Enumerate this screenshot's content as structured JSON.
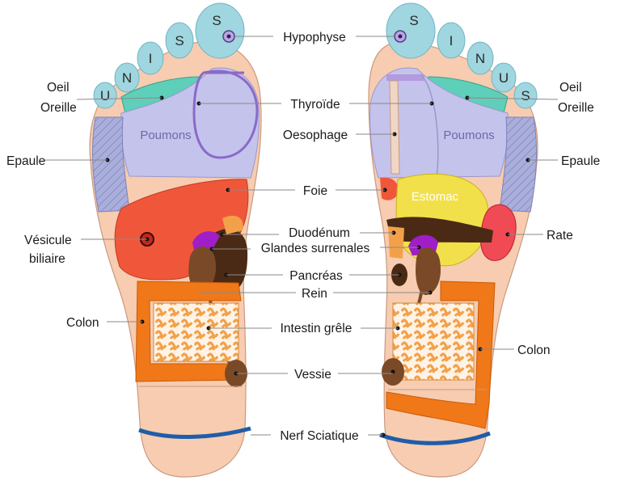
{
  "labels_center": {
    "hypophyse": "Hypophyse",
    "thyroide": "Thyroïde",
    "oesophage": "Oesophage",
    "foie": "Foie",
    "duodenum": "Duodénum",
    "glandes": "Glandes surrenales",
    "pancreas": "Pancréas",
    "rein": "Rein",
    "intestin": "Intestin grêle",
    "vessie": "Vessie",
    "nerf": "Nerf Sciatique"
  },
  "labels_left": {
    "oeil": "Oeil",
    "oreille": "Oreille",
    "epaule": "Epaule",
    "vesicule1": "Vésicule",
    "vesicule2": "biliaire",
    "colon": "Colon"
  },
  "labels_right": {
    "oeil": "Oeil",
    "oreille": "Oreille",
    "epaule": "Epaule",
    "rate": "Rate",
    "colon": "Colon"
  },
  "organ_text": {
    "poumons": "Poumons",
    "estomac": "Estomac"
  },
  "toe_letters_left": [
    "S",
    "U",
    "N",
    "I",
    "S"
  ],
  "toe_letters_right": [
    "S",
    "I",
    "N",
    "U",
    "S"
  ],
  "colors": {
    "skin": "#f7ccb0",
    "toe": "#9fd6e0",
    "eye_band": "#5ecfb8",
    "lungs": "#c4c3ec",
    "shoulder": "#a9aedb",
    "liver": "#f0573a",
    "stomach": "#f2e04a",
    "spleen": "#f04a55",
    "kidney": "#7a4a28",
    "gland": "#a01ec8",
    "intestine": "#f2a14a",
    "colon": "#f07818",
    "sciatic": "#1f5da8"
  }
}
